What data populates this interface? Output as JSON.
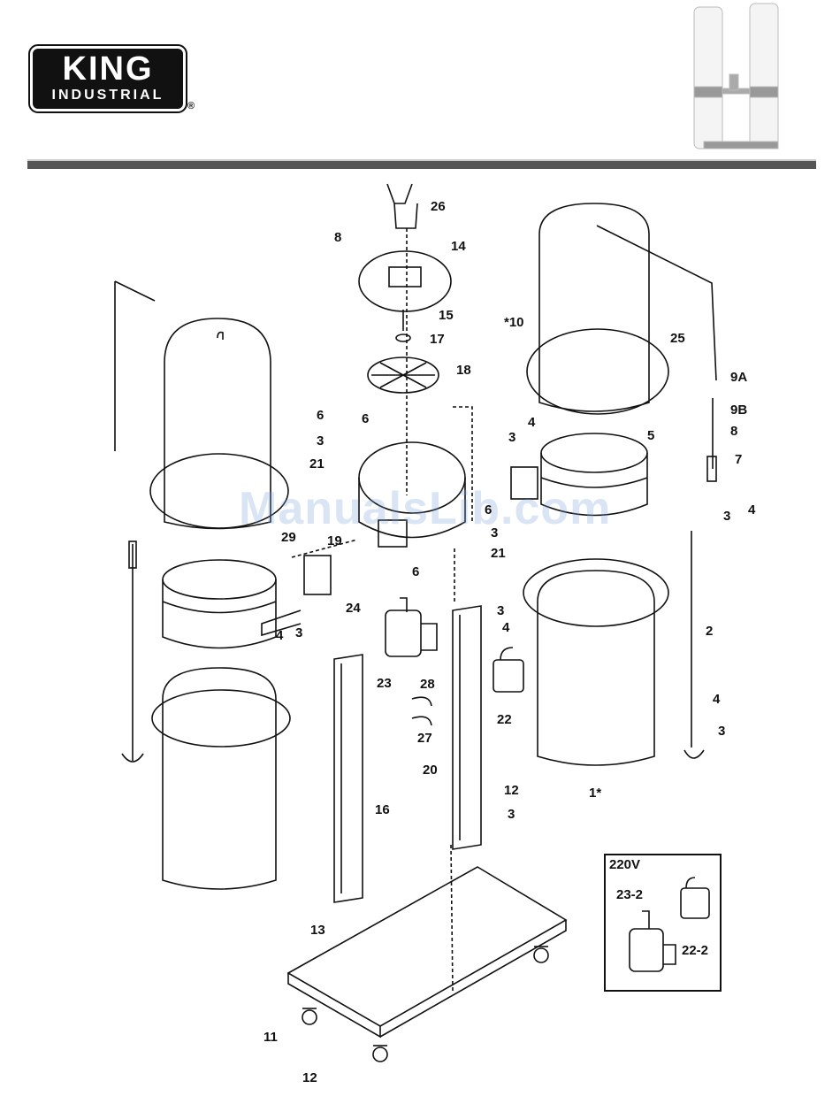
{
  "brand": {
    "name": "KING",
    "sub": "INDUSTRIAL",
    "reg": "®"
  },
  "watermark": "ManualsLib.com",
  "inset": {
    "title": "220V",
    "labels": [
      "23-2",
      "22-2"
    ]
  },
  "labels": {
    "p26": "26",
    "p8a": "8",
    "p14": "14",
    "p15": "15",
    "p17": "17",
    "p18": "18",
    "p10": "*10",
    "p25": "25",
    "p9a": "9A",
    "p9b": "9B",
    "p8b": "8",
    "p7": "7",
    "p3e": "3",
    "p4e": "4",
    "p6a": "6",
    "p3a": "3",
    "p21a": "21",
    "p6b": "6",
    "p3b": "3",
    "p4b": "4",
    "p5": "5",
    "p29": "29",
    "p19": "19",
    "p6c": "6",
    "p3c": "3",
    "p21b": "21",
    "p6d": "6",
    "p24": "24",
    "p3d": "3",
    "p4c": "4",
    "p23": "23",
    "p28": "28",
    "p27": "27",
    "p22": "22",
    "p4a": "4",
    "p3f": "3",
    "p2": "2",
    "p4d": "4",
    "p3g": "3",
    "p1": "1*",
    "p20": "20",
    "p12a": "12",
    "p3h": "3",
    "p16": "16",
    "p13": "13",
    "p11": "11",
    "p12b": "12"
  }
}
